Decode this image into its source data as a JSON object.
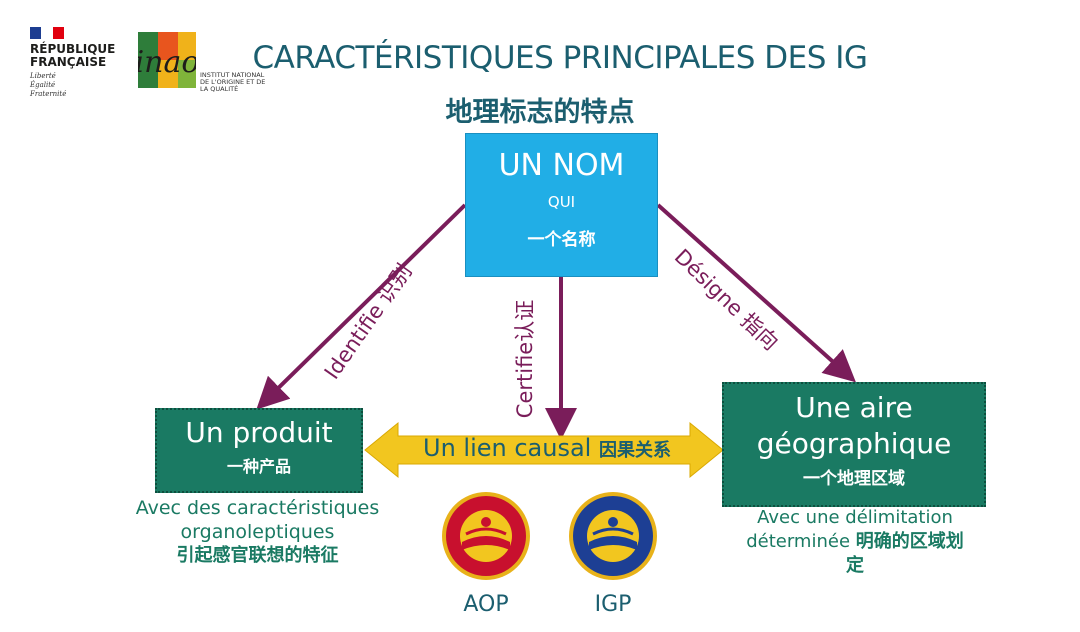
{
  "header": {
    "rf_name_line1": "RÉPUBLIQUE",
    "rf_name_line2": "FRANÇAISE",
    "rf_motto_1": "Liberté",
    "rf_motto_2": "Égalité",
    "rf_motto_3": "Fraternité",
    "inao_logo_letters": "inao",
    "inao_line1": "INSTITUT NATIONAL",
    "inao_line2": "DE L'ORIGINE ET DE",
    "inao_line3": "LA QUALITÉ",
    "title": "CARACTÉRISTIQUES PRINCIPALES DES IG",
    "subtitle": "地理标志的特点"
  },
  "nodes": {
    "name": {
      "line1": "UN NOM",
      "line2": "QUI",
      "line3": "一个名称"
    },
    "product": {
      "line1": "Un produit",
      "line2": "一种产品"
    },
    "area": {
      "line1": "Une aire",
      "line2": "géographique",
      "line3": "一个地理区域"
    }
  },
  "captions": {
    "product_fr_1": "Avec des caractéristiques",
    "product_fr_2": "organoleptiques",
    "product_zh": "引起感官联想的特征",
    "area_fr_1": "Avec une délimitation",
    "area_fr_2": "déterminée",
    "area_zh_inline": "明确的区域划",
    "area_zh_2": "定"
  },
  "edges": {
    "identifie": "Identifie 识别",
    "certifie": "Certifie认证",
    "designe": "Désigne 指向",
    "link_fr": "Un lien causal",
    "link_zh": "因果关系"
  },
  "seals": {
    "aop_label": "AOP",
    "igp_label": "IGP"
  },
  "colors": {
    "title": "#1b5e6f",
    "box_blue": "#21aee6",
    "box_green": "#1a7a63",
    "arrow": "#7a1d5a",
    "link_arrow": "#f2c61f"
  }
}
